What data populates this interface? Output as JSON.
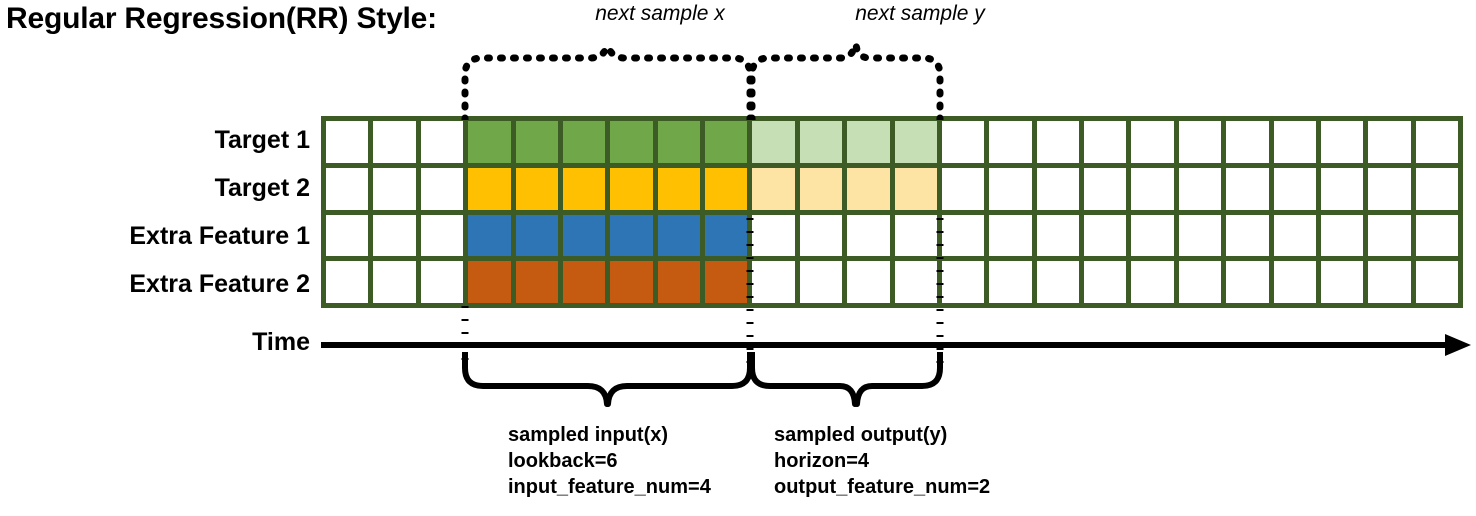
{
  "title": "Regular Regression(RR) Style:",
  "rows": [
    {
      "label": "Target 1",
      "name": "target-1"
    },
    {
      "label": "Target 2",
      "name": "target-2"
    },
    {
      "label": "Extra Feature 1",
      "name": "extra-feature-1"
    },
    {
      "label": "Extra Feature 2",
      "name": "extra-feature-2"
    }
  ],
  "time_axis": {
    "label": "Time"
  },
  "annotations": {
    "next_sample_x": "next sample x",
    "next_sample_y": "next sample y",
    "sampled_input": "sampled input(x)\nlookback=6\ninput_feature_num=4",
    "sampled_output": "sampled output(y)\nhorizon=4\noutput_feature_num=2"
  },
  "colors": {
    "border": "#3C5B25",
    "empty": "#FFFFFF",
    "target1_strong": "#70A849",
    "target1_faded": "#C6DFB4",
    "target2_strong": "#FEC000",
    "target2_faded": "#FDE3A4",
    "extra1_strong": "#2E75B6",
    "extra2_strong": "#C55A11",
    "line": "#000000"
  },
  "grid": {
    "columns": 24,
    "rows": 4,
    "input_start_col": 3,
    "input_end_col": 9,
    "output_end_col": 13,
    "lookback": 6,
    "horizon": 4,
    "input_feature_num": 4,
    "output_feature_num": 2,
    "cells": [
      [
        "empty",
        "empty",
        "empty",
        "target1_strong",
        "target1_strong",
        "target1_strong",
        "target1_strong",
        "target1_strong",
        "target1_strong",
        "target1_faded",
        "target1_faded",
        "target1_faded",
        "target1_faded",
        "empty",
        "empty",
        "empty",
        "empty",
        "empty",
        "empty",
        "empty",
        "empty",
        "empty",
        "empty",
        "empty"
      ],
      [
        "empty",
        "empty",
        "empty",
        "target2_strong",
        "target2_strong",
        "target2_strong",
        "target2_strong",
        "target2_strong",
        "target2_strong",
        "target2_faded",
        "target2_faded",
        "target2_faded",
        "target2_faded",
        "empty",
        "empty",
        "empty",
        "empty",
        "empty",
        "empty",
        "empty",
        "empty",
        "empty",
        "empty",
        "empty"
      ],
      [
        "empty",
        "empty",
        "empty",
        "extra1_strong",
        "extra1_strong",
        "extra1_strong",
        "extra1_strong",
        "extra1_strong",
        "extra1_strong",
        "empty",
        "empty",
        "empty",
        "empty",
        "empty",
        "empty",
        "empty",
        "empty",
        "empty",
        "empty",
        "empty",
        "empty",
        "empty",
        "empty",
        "empty"
      ],
      [
        "empty",
        "empty",
        "empty",
        "extra2_strong",
        "extra2_strong",
        "extra2_strong",
        "extra2_strong",
        "extra2_strong",
        "extra2_strong",
        "empty",
        "empty",
        "empty",
        "empty",
        "empty",
        "empty",
        "empty",
        "empty",
        "empty",
        "empty",
        "empty",
        "empty",
        "empty",
        "empty",
        "empty"
      ]
    ]
  }
}
